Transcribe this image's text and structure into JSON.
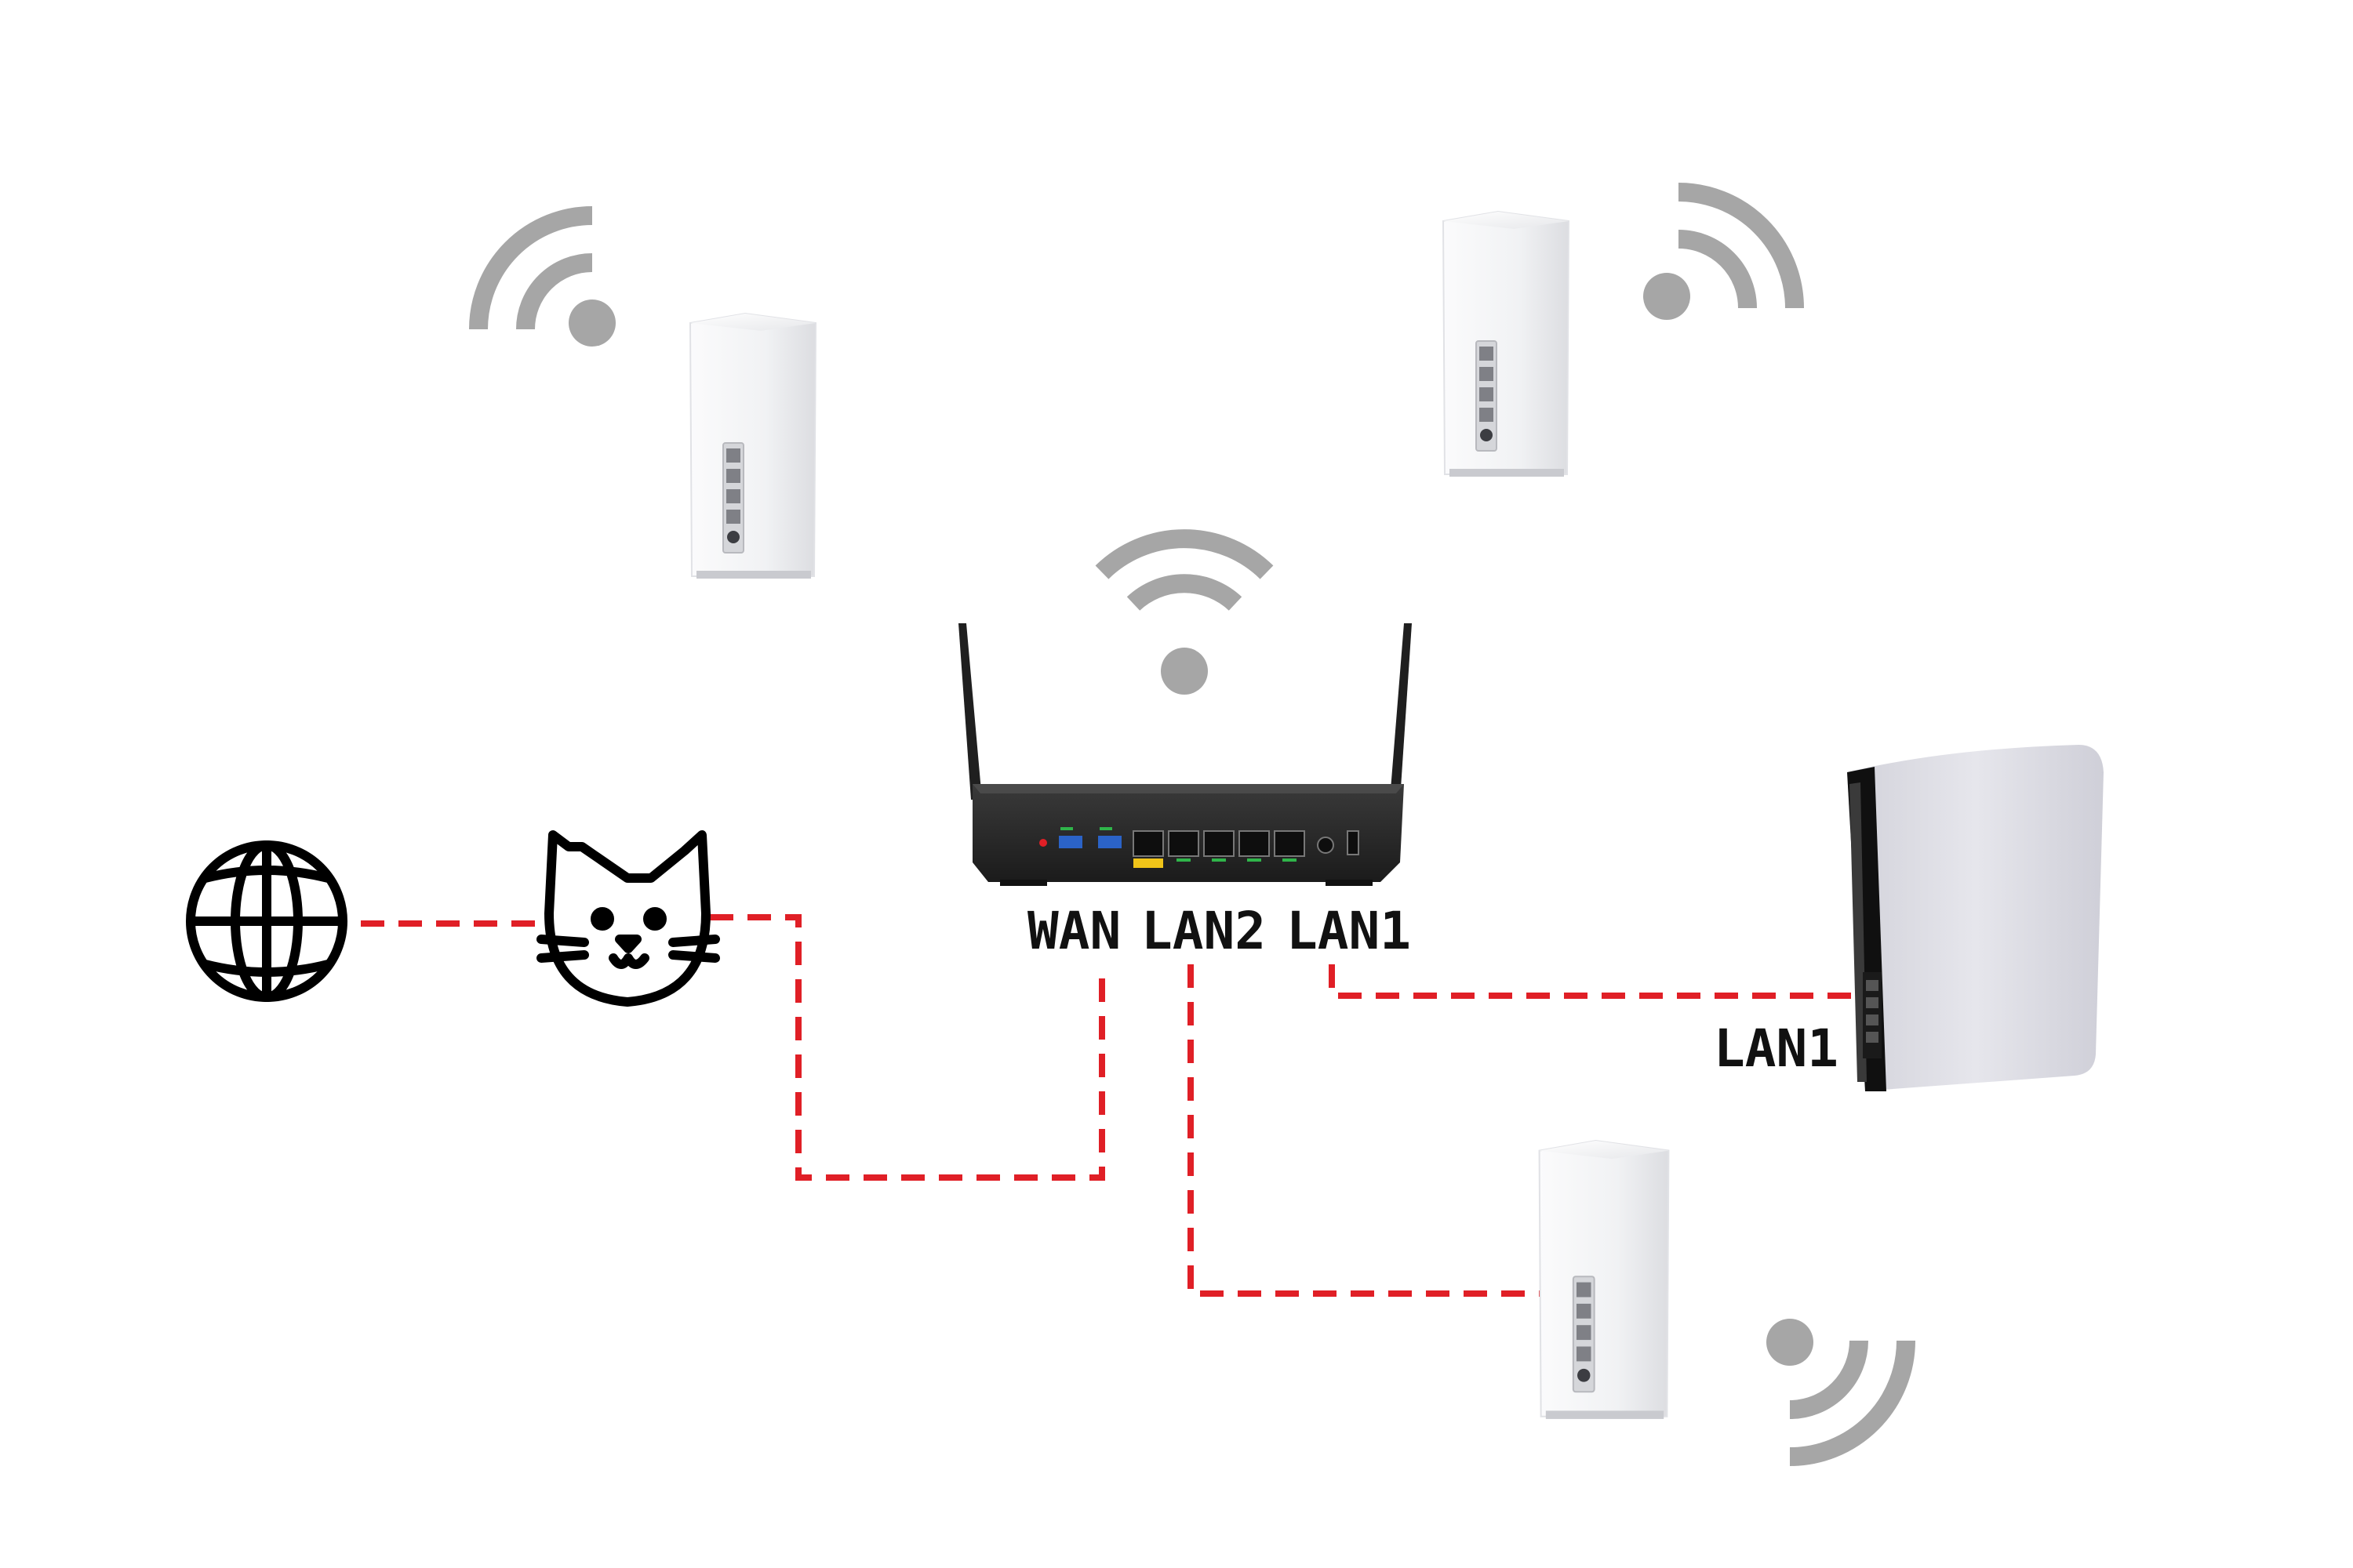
{
  "labels": {
    "wan": "WAN",
    "lan2": "LAN2",
    "lan1": "LAN1",
    "nas_lan1": "LAN1"
  },
  "colors": {
    "cable": "#e01f26",
    "wifi_signal": "#a6a6a6",
    "mesh_body": "#f2f3f5",
    "router_body": "#262626",
    "server_body": "#dedee6",
    "icon_stroke": "#000000"
  },
  "icons": {
    "internet": "globe-icon",
    "modem": "cat-modem-icon",
    "wifi": "wifi-signal-icon"
  }
}
